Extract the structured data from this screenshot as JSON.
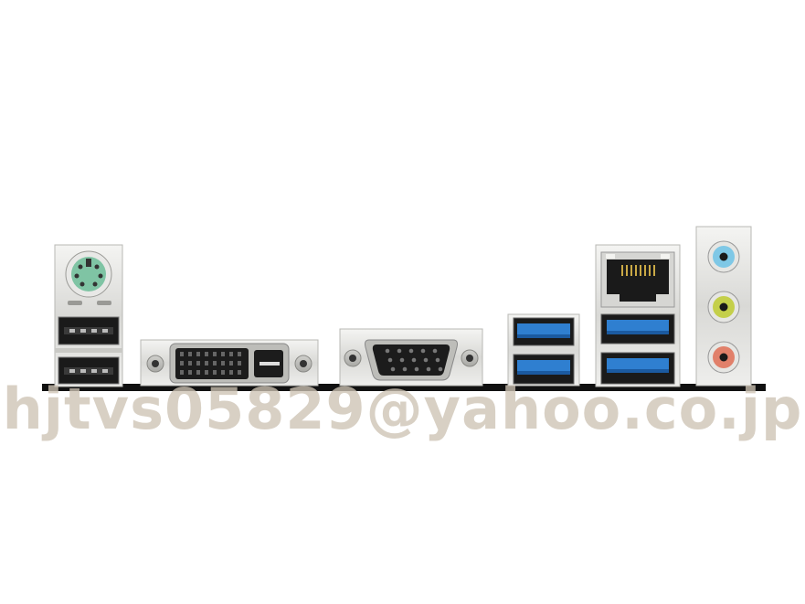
{
  "watermark": {
    "text": "hjtvs05829@yahoo.co.jp"
  },
  "colors": {
    "ps2_port": "#7fc4a4",
    "usb3": "#2f7fd0",
    "audio_line_in": "#7fc8e6",
    "audio_line_out": "#c4cf4a",
    "audio_mic": "#e1806a",
    "board_edge": "#111111"
  },
  "ports": [
    {
      "name": "ps2-combo-port",
      "icon": "ps2-port-icon"
    },
    {
      "name": "usb-2-port",
      "icon": "usb-port-icon",
      "count": 2
    },
    {
      "name": "dvi-d-port",
      "icon": "dvi-port-icon"
    },
    {
      "name": "vga-port",
      "icon": "vga-port-icon"
    },
    {
      "name": "usb-3-port",
      "icon": "usb3-port-icon",
      "count": 4
    },
    {
      "name": "lan-port",
      "icon": "rj45-port-icon"
    },
    {
      "name": "audio-jacks",
      "icon": "audio-jack-icon",
      "count": 3
    }
  ]
}
